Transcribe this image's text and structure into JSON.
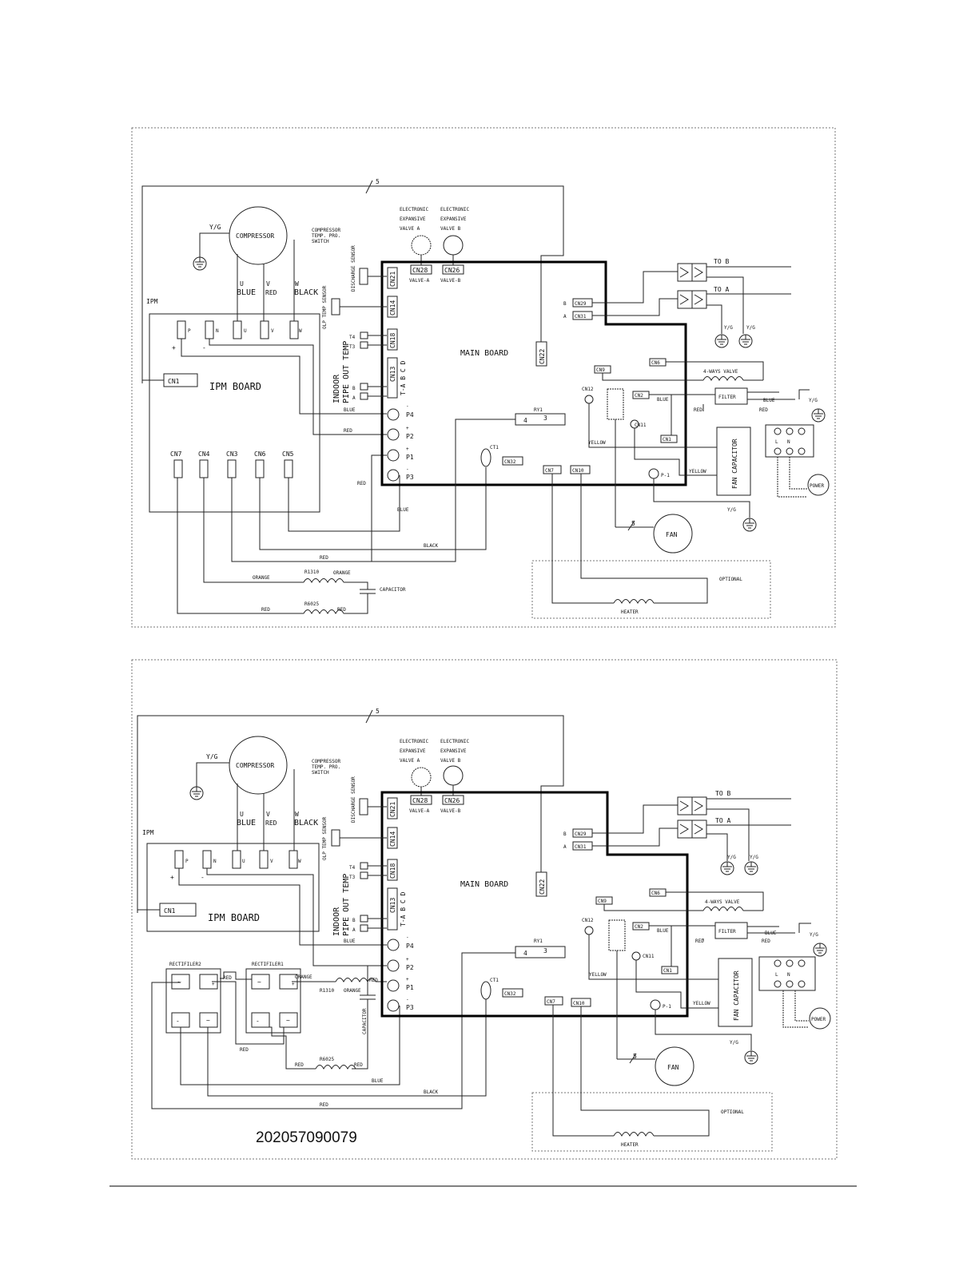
{
  "diagram": {
    "connection_label": "5",
    "compressor": "COMPRESSOR",
    "compressor_switch": [
      "COMPRESSOR",
      "TEMP. PRO.",
      "SWITCH"
    ],
    "yg": "Y/G",
    "terminals": {
      "u": "U",
      "v": "V",
      "w": "W",
      "p": "P",
      "n": "N"
    },
    "wire_u": "BLUE",
    "wire_v": "RED",
    "wire_w": "BLACK",
    "ipm": "IPM",
    "ipm_board": "IPM BOARD",
    "cn1": "CN1",
    "ipm_cn": [
      "CN7",
      "CN4",
      "CN3",
      "CN6",
      "CN5"
    ],
    "valve_a": [
      "ELECTRONIC",
      "EXPANSIVE",
      "VALVE A"
    ],
    "valve_b": [
      "ELECTRONIC",
      "EXPANSIVE",
      "VALVE B"
    ],
    "cn28": "CN28",
    "cn26": "CN26",
    "valve_a_tag": "VALVE-A",
    "valve_b_tag": "VALVE-B",
    "discharge_sensor": "DISCHARGE SENSOR",
    "olp_sensor": "OLP TEMP SENSOR",
    "cn21": "CN21",
    "cn14": "CN14",
    "cn18": "CN18",
    "cn13": "CN13",
    "t4": "T4",
    "t3": "T3",
    "indoor_pipe": [
      "INDOOR",
      "PIPE OUT TEMP"
    ],
    "tabcd": "T-A B C D",
    "pin_a": "A",
    "pin_b": "B",
    "main_board": "MAIN BOARD",
    "cn22": "CN22",
    "cn29": "CN29",
    "cn31": "CN31",
    "to_a": "TO A",
    "to_b": "TO B",
    "cn6": "CN6",
    "cn9": "CN9",
    "cn12": "CN12",
    "cn2": "CN2",
    "cn11": "CN11",
    "cn7": "CN7",
    "cn10": "CN10",
    "cn32": "CN32",
    "four_way": "4-WAYS VALVE",
    "filter": "FILTER",
    "fan_cap": "FAN CAPACITOR",
    "fan": "FAN",
    "power": "POWER",
    "pins": {
      "l": "L",
      "n": "N"
    },
    "p1": "P1",
    "p2": "P2",
    "p3": "P3",
    "p4": "P4",
    "plus": "+",
    "minus": "-",
    "ry1": "RY1",
    "ry_4": "4",
    "ry_3": "3",
    "ct1": "CT1",
    "p_1": "P-1",
    "colors": {
      "blue": "BLUE",
      "red": "RED",
      "black": "BLACK",
      "yellow": "YELLOW",
      "orange": "ORANGE"
    },
    "r1": "R1310",
    "r2": "R6025",
    "capacitor": "CAPACITOR",
    "optional": "OPTIONAL",
    "heater": "HEATER",
    "rectifier1": "RECTIFILER1",
    "rectifier2": "RECTIFILER2",
    "doc_code": "202057090079"
  }
}
